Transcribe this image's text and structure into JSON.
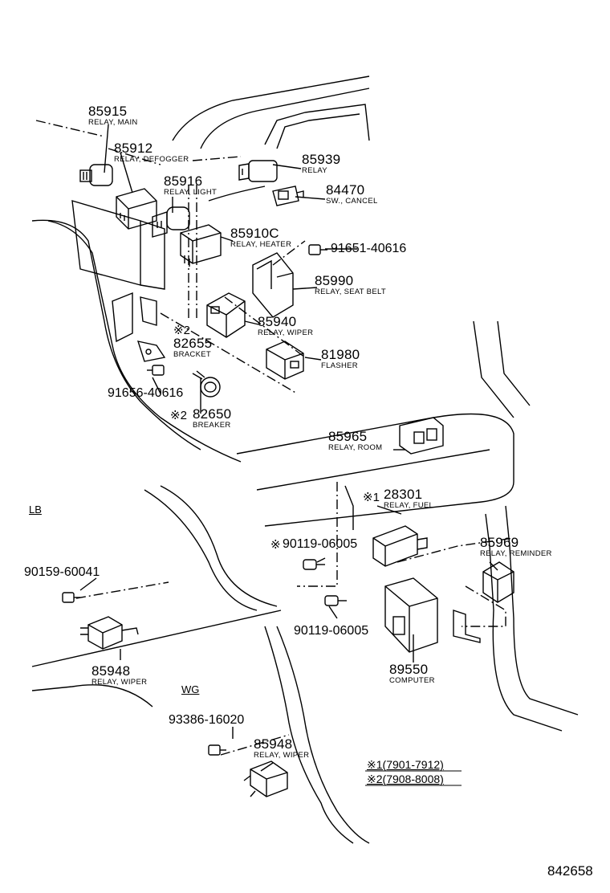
{
  "parts": [
    {
      "number": "85915",
      "name": "RELAY, MAIN"
    },
    {
      "number": "85912",
      "name": "RELAY, DEFOGGER"
    },
    {
      "number": "85916",
      "name": "RELAY, LIGHT"
    },
    {
      "number": "85939",
      "name": "RELAY"
    },
    {
      "number": "84470",
      "name": "SW., CANCEL"
    },
    {
      "number": "85910C",
      "name": "RELAY, HEATER"
    },
    {
      "number": "91651-40616",
      "name": ""
    },
    {
      "number": "85990",
      "name": "RELAY, SEAT BELT"
    },
    {
      "number": "85940",
      "name": "RELAY, WIPER"
    },
    {
      "number": "82655",
      "name": "BRACKET",
      "mark": "※2"
    },
    {
      "number": "81980",
      "name": "FLASHER"
    },
    {
      "number": "91656-40616",
      "name": ""
    },
    {
      "number": "82650",
      "name": "BREAKER",
      "mark": "※2"
    },
    {
      "number": "85965",
      "name": "RELAY, ROOM"
    },
    {
      "number": "28301",
      "name": "RELAY, FUEL",
      "mark": "※1"
    },
    {
      "number": "90119-06005",
      "name": "",
      "mark": "※"
    },
    {
      "number": "85969",
      "name": "RELAY, REMINDER"
    },
    {
      "number": "90159-60041",
      "name": ""
    },
    {
      "number": "90119-06005",
      "name": ""
    },
    {
      "number": "89550",
      "name": "COMPUTER"
    },
    {
      "number": "85948",
      "name": "RELAY, WIPER"
    },
    {
      "number": "93386-16020",
      "name": ""
    },
    {
      "number": "85948",
      "name": "RELAY, WIPER"
    }
  ],
  "variant_tags": [
    "LB",
    "WG"
  ],
  "legend": [
    {
      "mark": "※1",
      "range": "(7901-7912)"
    },
    {
      "mark": "※2",
      "range": "(7908-8008)"
    }
  ],
  "catalog_number": "842658"
}
